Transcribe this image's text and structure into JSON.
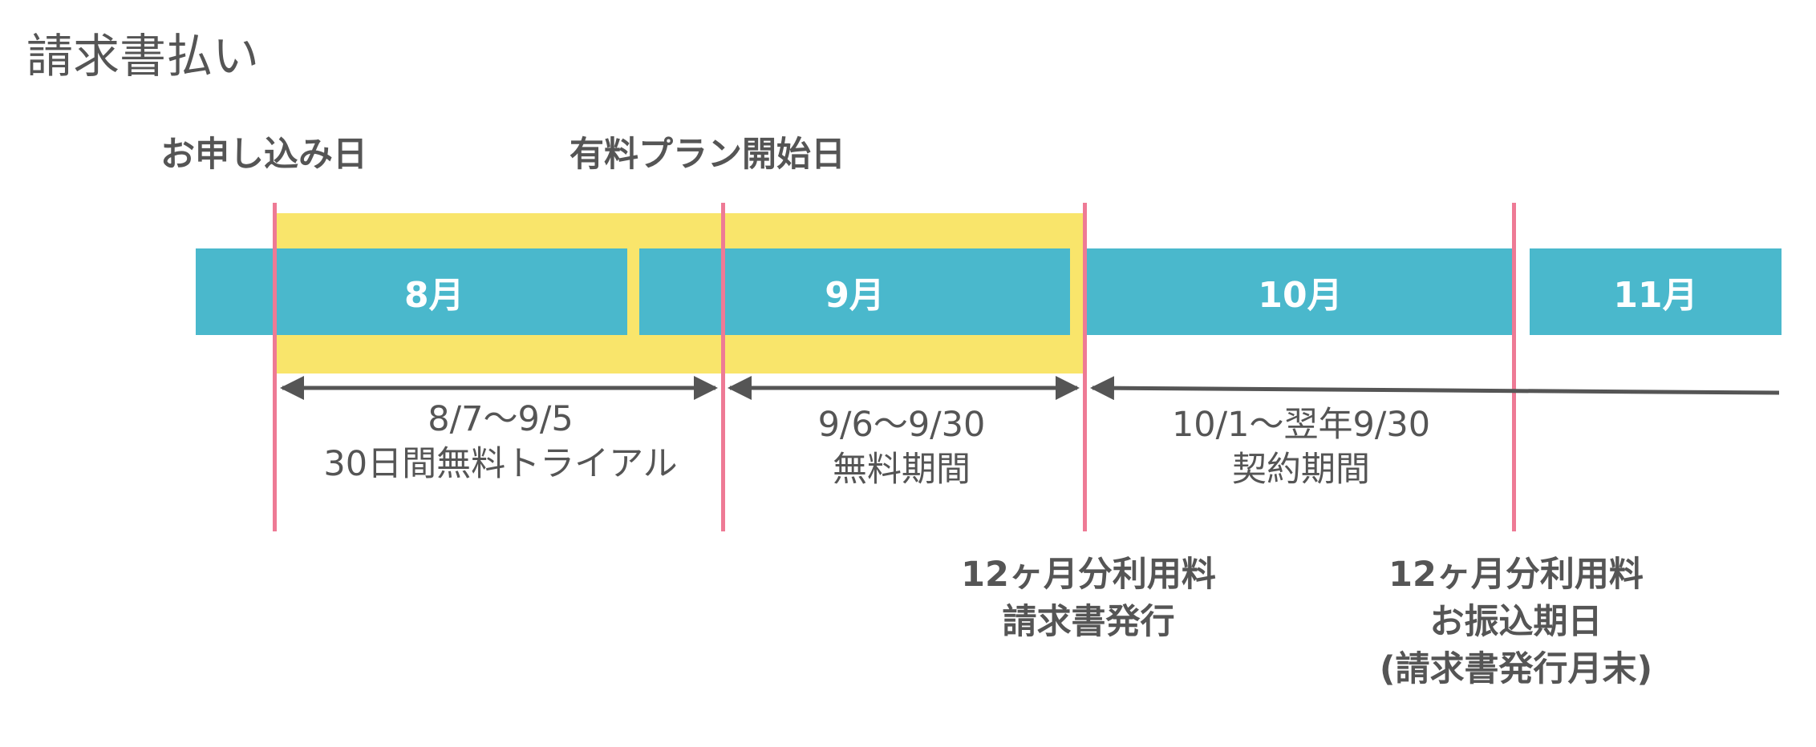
{
  "title": "請求書払い",
  "labels": {
    "application_date": "お申し込み日",
    "paid_plan_start": "有料プラン開始日"
  },
  "months": [
    {
      "label": "8月"
    },
    {
      "label": "9月"
    },
    {
      "label": "10月"
    },
    {
      "label": "11月"
    }
  ],
  "periods": [
    {
      "line1": "8/7〜9/5",
      "line2": "30日間無料トライアル"
    },
    {
      "line1": "9/6〜9/30",
      "line2": "無料期間"
    },
    {
      "line1": "10/1〜翌年9/30",
      "line2": "契約期間"
    }
  ],
  "events": [
    {
      "lines": [
        "12ヶ月分利用料",
        "請求書発行"
      ]
    },
    {
      "lines": [
        "12ヶ月分利用料",
        "お振込期日",
        "(請求書発行月末)"
      ]
    }
  ],
  "colors": {
    "month_bar": "#4ab8cc",
    "highlight": "#f9e56b",
    "marker_line": "#ee7a95",
    "text": "#555555",
    "arrow": "#555555"
  }
}
